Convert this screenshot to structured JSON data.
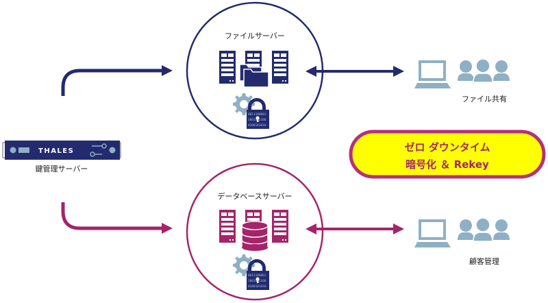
{
  "colors": {
    "navy": "#232b6e",
    "magenta": "#a5246a",
    "steel": "#8fb0c4",
    "badge_fill": "#ffff00",
    "badge_border": "#b4327a"
  },
  "key_server": {
    "label": "鍵管理サーバー",
    "brand": "THALES"
  },
  "file_server": {
    "title": "ファイルサーバー",
    "icons": [
      "server-rack-icon",
      "folder-icon",
      "server-rack-icon",
      "gear-icon",
      "encrypted-lock-icon"
    ]
  },
  "db_server": {
    "title": "データベースサーバー",
    "icons": [
      "server-rack-icon",
      "database-icon",
      "server-rack-icon",
      "gear-icon",
      "encrypted-lock-icon"
    ]
  },
  "clients": [
    {
      "label": "ファイル共有",
      "icons": [
        "laptop-icon",
        "users-group-icon"
      ]
    },
    {
      "label": "顧客管理",
      "icons": [
        "laptop-icon",
        "users-group-icon"
      ]
    }
  ],
  "badge": {
    "line1": "ゼロ ダウンタイム",
    "line2": "暗号化 ＆ Rekey"
  },
  "lock_bits": [
    "0011100001",
    "1001011100",
    "0100101010"
  ]
}
